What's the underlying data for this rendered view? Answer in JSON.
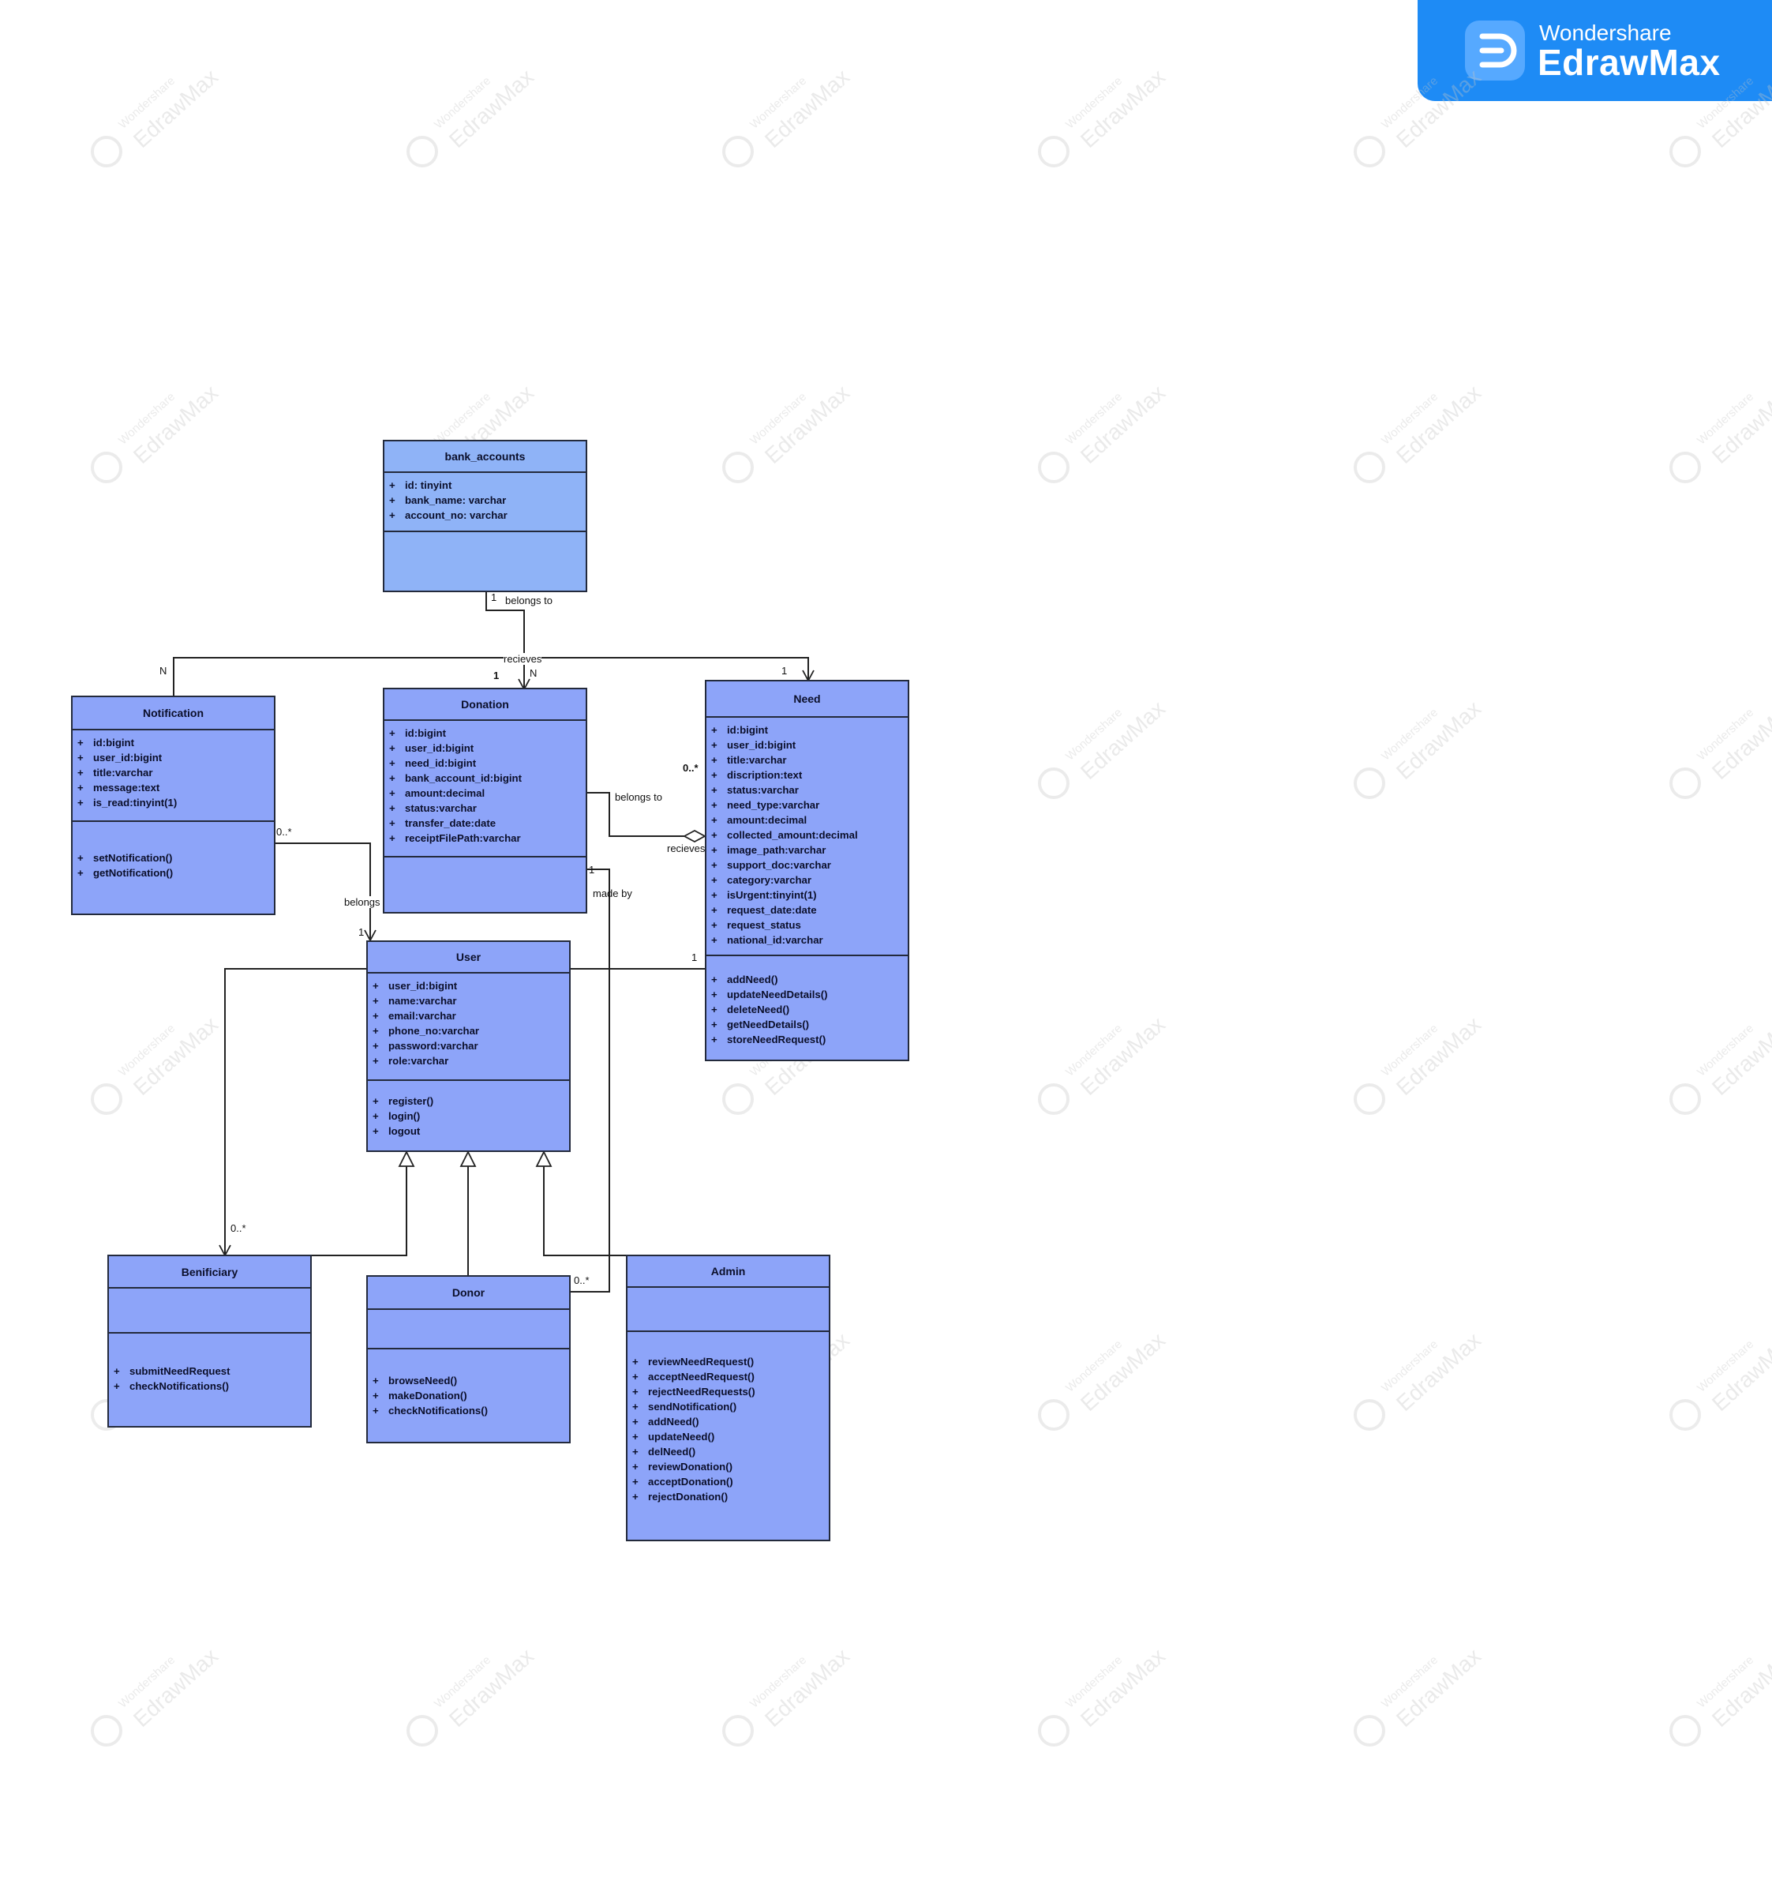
{
  "brand": {
    "line1": "Wondershare",
    "line2": "EdrawMax"
  },
  "watermark": {
    "line1": "Wondershare",
    "line2": "EdrawMax"
  },
  "colors": {
    "class_fill": "#8da4f9",
    "class_fill_light": "#8fb3f7",
    "border": "#232a3c",
    "brand": "#1e8bf5"
  },
  "classes": {
    "bank_accounts": {
      "title": "bank_accounts",
      "attrs": [
        "id: tinyint",
        "bank_name: varchar",
        "account_no: varchar"
      ],
      "methods": []
    },
    "notification": {
      "title": "Notification",
      "attrs": [
        "id:bigint",
        "user_id:bigint",
        "title:varchar",
        "message:text",
        "is_read:tinyint(1)"
      ],
      "methods": [
        "setNotification()",
        "getNotification()"
      ]
    },
    "donation": {
      "title": "Donation",
      "attrs": [
        "id:bigint",
        "user_id:bigint",
        "need_id:bigint",
        "bank_account_id:bigint",
        "amount:decimal",
        "status:varchar",
        "transfer_date:date",
        "receiptFilePath:varchar"
      ],
      "methods": []
    },
    "need": {
      "title": "Need",
      "attrs": [
        "id:bigint",
        "user_id:bigint",
        "title:varchar",
        "discription:text",
        "status:varchar",
        "need_type:varchar",
        "amount:decimal",
        "collected_amount:decimal",
        "image_path:varchar",
        "support_doc:varchar",
        "category:varchar",
        "isUrgent:tinyint(1)",
        "request_date:date",
        "request_status",
        "national_id:varchar"
      ],
      "methods": [
        "addNeed()",
        "updateNeedDetails()",
        "deleteNeed()",
        "getNeedDetails()",
        "storeNeedRequest()"
      ]
    },
    "user": {
      "title": "User",
      "attrs": [
        "user_id:bigint",
        "name:varchar",
        "email:varchar",
        "phone_no:varchar",
        "password:varchar",
        "role:varchar"
      ],
      "methods": [
        "register()",
        "login()",
        "logout"
      ]
    },
    "beneficiary": {
      "title": "Benificiary",
      "attrs": [],
      "methods": [
        "submitNeedRequest",
        "checkNotifications()"
      ]
    },
    "donor": {
      "title": "Donor",
      "attrs": [],
      "methods": [
        "browseNeed()",
        "makeDonation()",
        "checkNotifications()"
      ]
    },
    "admin": {
      "title": "Admin",
      "attrs": [],
      "methods": [
        "reviewNeedRequest()",
        "acceptNeedRequest()",
        "rejectNeedRequests()",
        "sendNotification()",
        "addNeed()",
        "updateNeed()",
        "delNeed()",
        "reviewDonation()",
        "acceptDonation()",
        "rejectDonation()"
      ]
    }
  },
  "labels": {
    "belongs_to_bank": "belongs to",
    "recieves_top": "recieves",
    "belongs_to_need": "belongs to",
    "recieves_need": "recieves",
    "made_by": "made by",
    "belongs_to_user": "belongs to"
  },
  "multiplicities": {
    "bank_1": "1",
    "notif_N": "N",
    "donation_1": "1",
    "donation_N": "N",
    "need_1": "1",
    "donation_right_1": "1",
    "need_0n": "0..*",
    "donation_bottom_1": "1",
    "notif_0n": "0..*",
    "user_1": "1",
    "user_need_1": "1",
    "benef_0n": "0..*",
    "donor_0n": "0..*"
  }
}
